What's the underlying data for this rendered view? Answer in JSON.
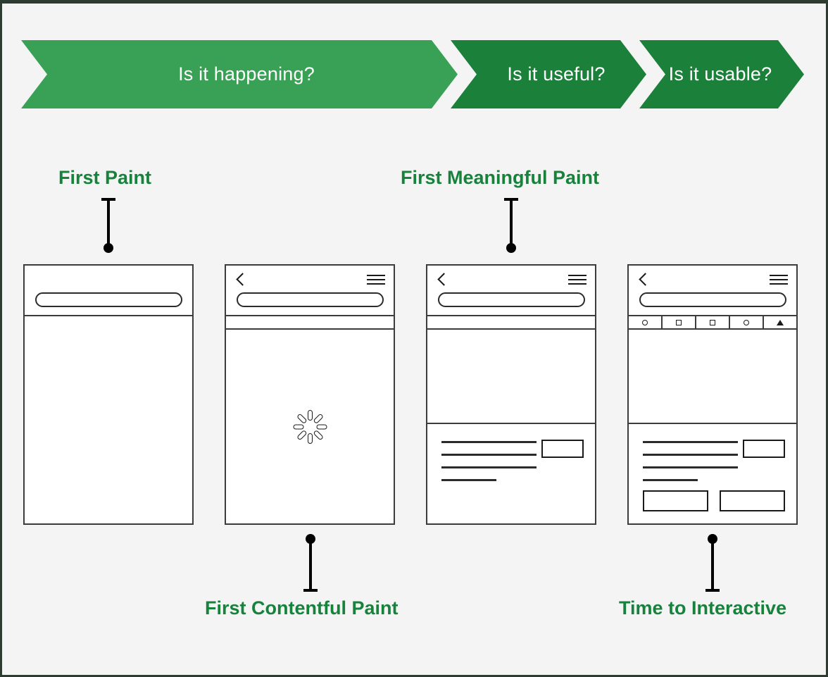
{
  "page": {
    "background_color": "#f4f4f4",
    "border_color": "#2d3b30",
    "accent_green": "#17823c"
  },
  "banner": {
    "phases": [
      {
        "label": "Is it happening?",
        "color": "#38a155"
      },
      {
        "label": "Is it useful?",
        "color": "#1b8039"
      },
      {
        "label": "Is it usable?",
        "color": "#1b8039"
      }
    ]
  },
  "metrics": [
    {
      "key": "fp",
      "label": "First Paint",
      "position": "top",
      "frame": 1
    },
    {
      "key": "fmp",
      "label": "First Meaningful Paint",
      "position": "top",
      "frame": 3
    },
    {
      "key": "fcp",
      "label": "First Contentful Paint",
      "position": "bottom",
      "frame": 2
    },
    {
      "key": "tti",
      "label": "Time to Interactive",
      "position": "bottom",
      "frame": 4
    }
  ],
  "frames": [
    {
      "id": "frame-1",
      "has_back": false,
      "has_menu": false,
      "has_url_pill": true,
      "sub_bar": "none",
      "hero": "empty",
      "content": "none"
    },
    {
      "id": "frame-2",
      "has_back": true,
      "has_menu": true,
      "has_url_pill": true,
      "sub_bar": "plain",
      "hero": "spinner",
      "content": "none"
    },
    {
      "id": "frame-3",
      "has_back": true,
      "has_menu": true,
      "has_url_pill": true,
      "sub_bar": "plain",
      "hero": "empty",
      "content": "text-and-thumb"
    },
    {
      "id": "frame-4",
      "has_back": true,
      "has_menu": true,
      "has_url_pill": true,
      "sub_bar": "icons",
      "hero": "empty",
      "content": "text-thumb-and-buttons",
      "toolbar_icons": [
        "circle",
        "square",
        "square",
        "circle",
        "triangle"
      ]
    }
  ],
  "icons": {
    "back": "back-chevron-icon",
    "menu": "hamburger-menu-icon",
    "spinner": "loading-spinner-icon"
  }
}
